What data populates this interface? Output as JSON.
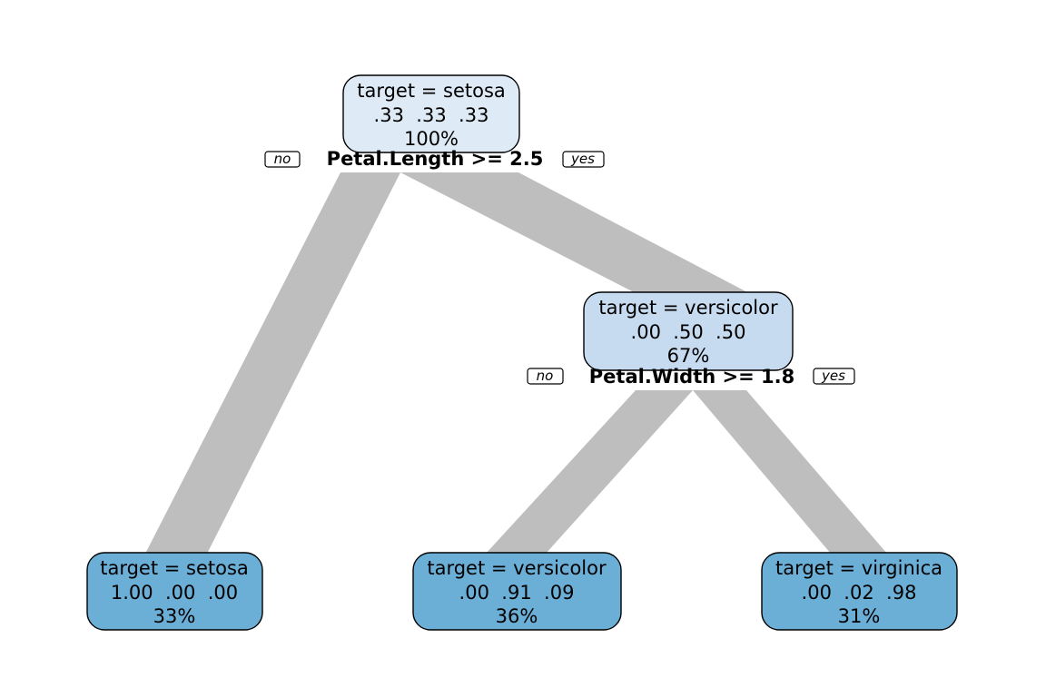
{
  "colors": {
    "branch": "#bebebe",
    "root_fill": "#deebf7",
    "mid_fill": "#c6dbef",
    "leaf_fill": "#6baed6",
    "stroke": "#000000"
  },
  "tree": {
    "root": {
      "label": "target = setosa",
      "probs": ".33  .33  .33",
      "pct": "100%",
      "split": "Petal.Length >= 2.5",
      "no": "no",
      "yes": "yes"
    },
    "node2": {
      "label": "target = versicolor",
      "probs": ".00  .50  .50",
      "pct": "67%",
      "split": "Petal.Width >= 1.8",
      "no": "no",
      "yes": "yes"
    },
    "leaf_setosa": {
      "label": "target = setosa",
      "probs": "1.00  .00  .00",
      "pct": "33%"
    },
    "leaf_versicolor": {
      "label": "target = versicolor",
      "probs": ".00  .91  .09",
      "pct": "36%"
    },
    "leaf_virginica": {
      "label": "target = virginica",
      "probs": ".00  .02  .98",
      "pct": "31%"
    }
  }
}
